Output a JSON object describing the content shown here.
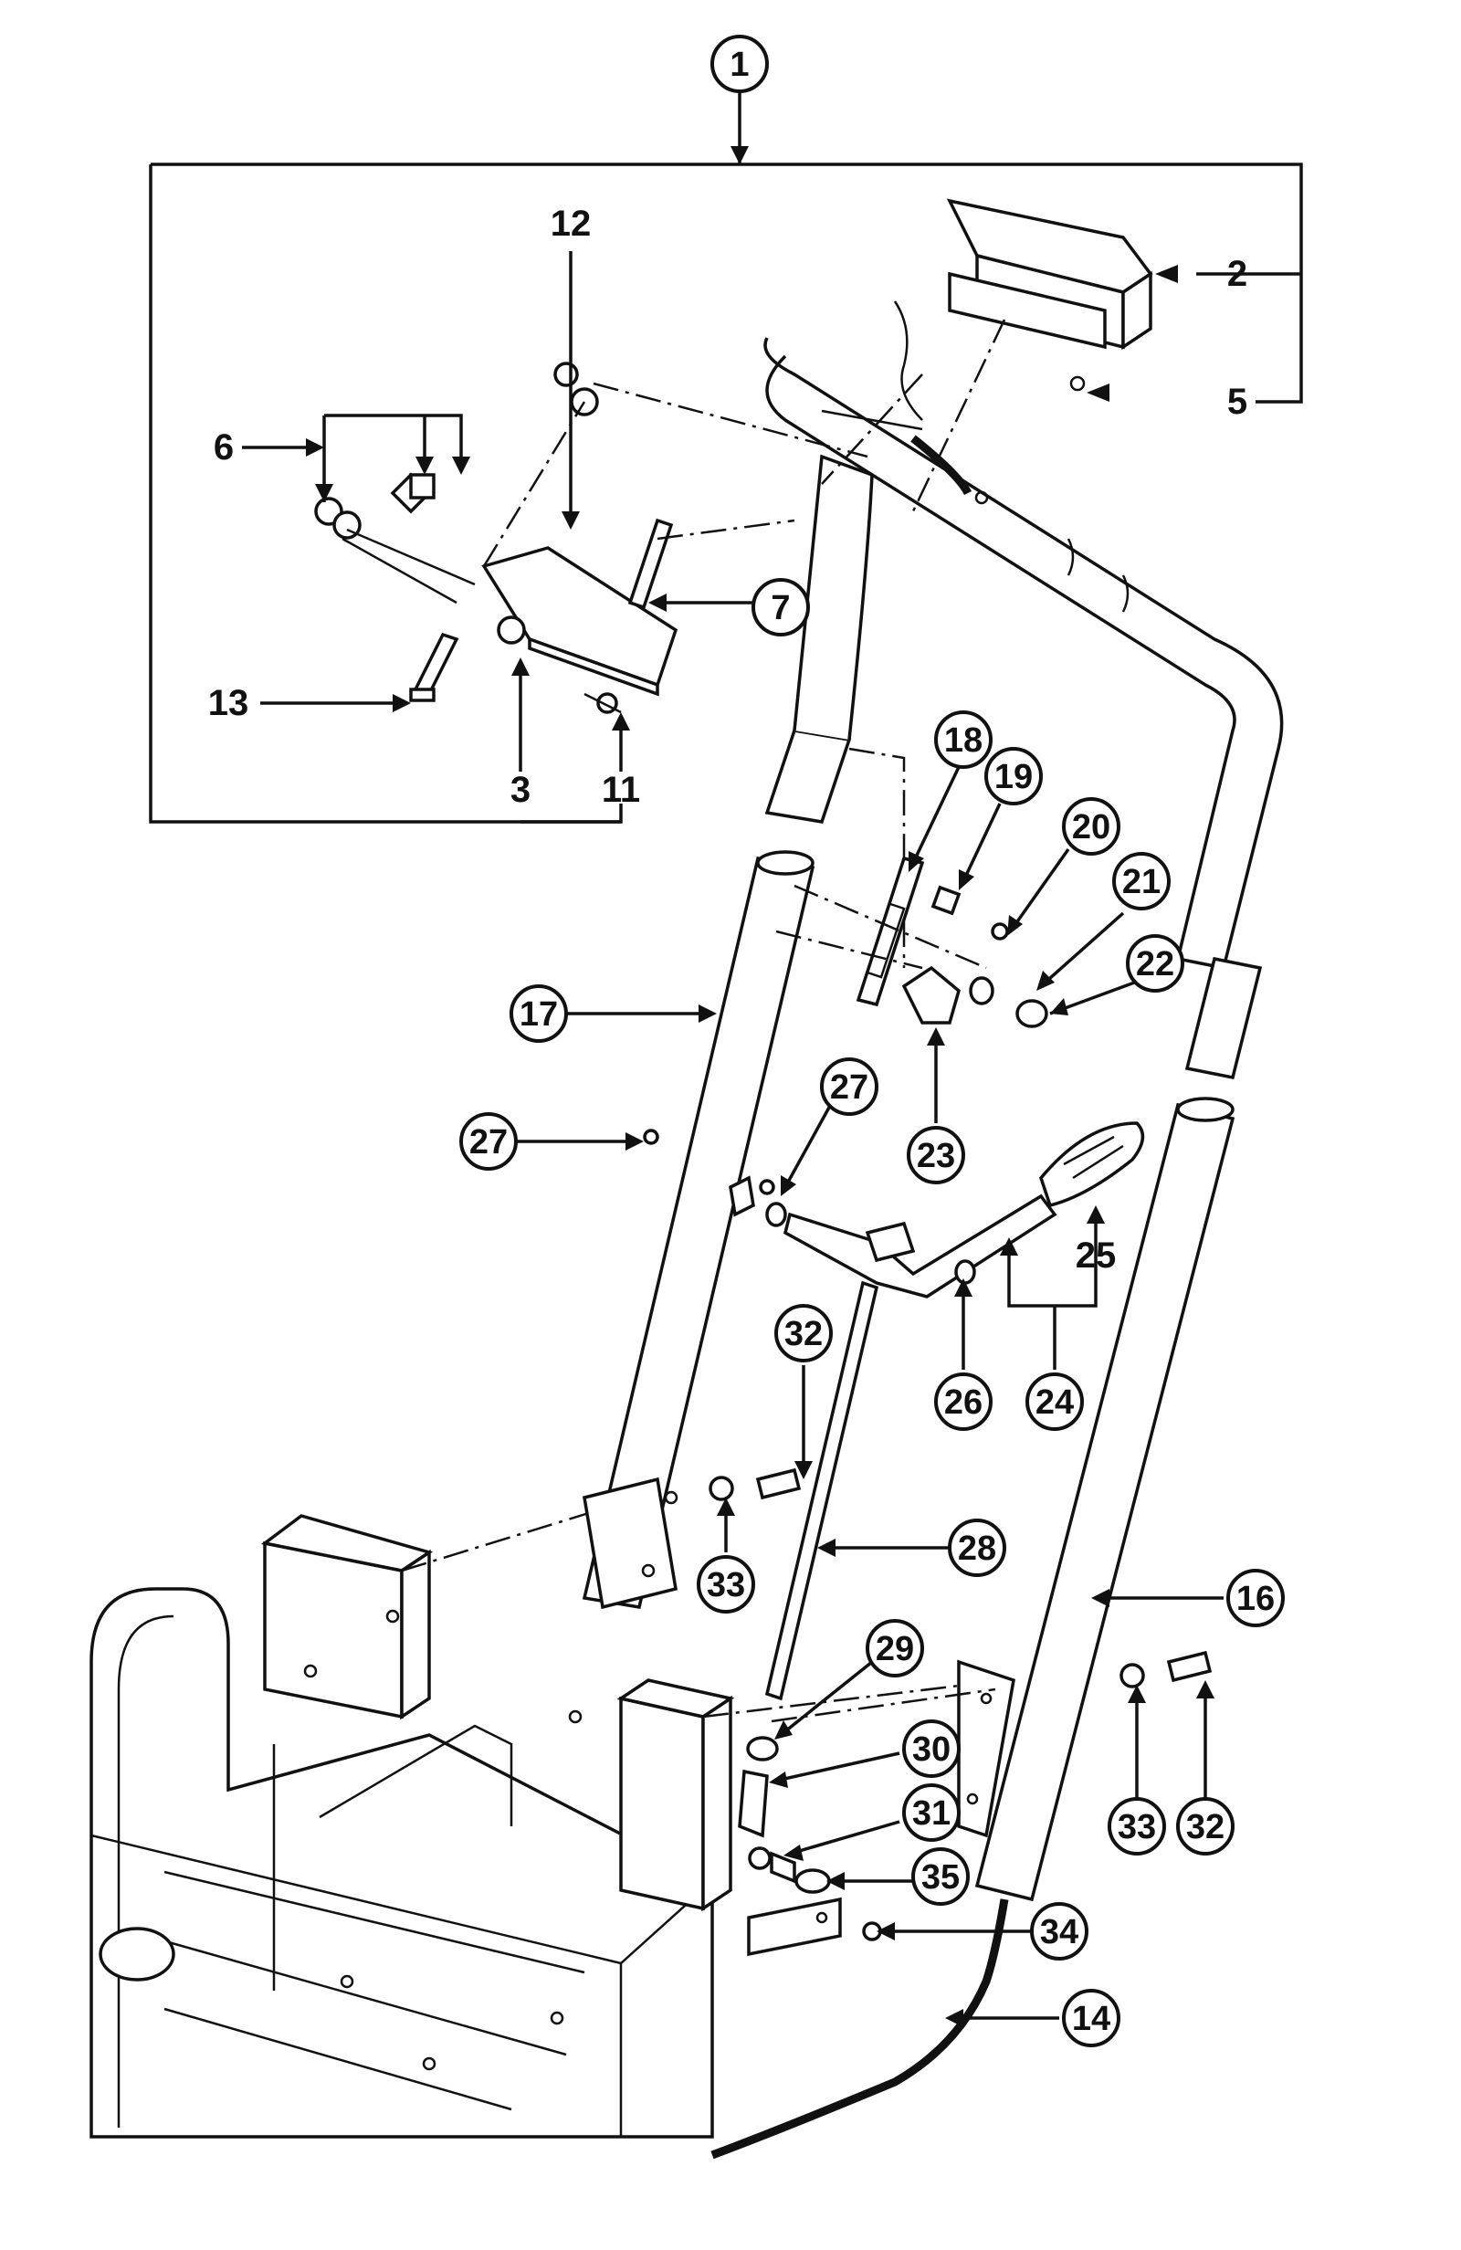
{
  "diagram": {
    "kind": "exploded parts diagram",
    "callouts": [
      {
        "id": "1",
        "circled": true
      },
      {
        "id": "2",
        "circled": false
      },
      {
        "id": "3",
        "circled": false
      },
      {
        "id": "5",
        "circled": false
      },
      {
        "id": "6",
        "circled": false
      },
      {
        "id": "7",
        "circled": true
      },
      {
        "id": "11",
        "circled": false
      },
      {
        "id": "12",
        "circled": false
      },
      {
        "id": "13",
        "circled": false
      },
      {
        "id": "14",
        "circled": true
      },
      {
        "id": "16",
        "circled": true
      },
      {
        "id": "17",
        "circled": true
      },
      {
        "id": "18",
        "circled": true
      },
      {
        "id": "19",
        "circled": true
      },
      {
        "id": "20",
        "circled": true
      },
      {
        "id": "21",
        "circled": true
      },
      {
        "id": "22",
        "circled": true
      },
      {
        "id": "23",
        "circled": true
      },
      {
        "id": "24",
        "circled": true
      },
      {
        "id": "25",
        "circled": false
      },
      {
        "id": "26",
        "circled": true
      },
      {
        "id": "27a",
        "label": "27",
        "circled": true
      },
      {
        "id": "27b",
        "label": "27",
        "circled": true
      },
      {
        "id": "28",
        "circled": true
      },
      {
        "id": "29",
        "circled": true
      },
      {
        "id": "30",
        "circled": true
      },
      {
        "id": "31",
        "circled": true
      },
      {
        "id": "32a",
        "label": "32",
        "circled": true
      },
      {
        "id": "32b",
        "label": "32",
        "circled": true
      },
      {
        "id": "33a",
        "label": "33",
        "circled": true
      },
      {
        "id": "33b",
        "label": "33",
        "circled": true
      },
      {
        "id": "34",
        "circled": true
      },
      {
        "id": "35",
        "circled": true
      }
    ],
    "labels": {
      "c1": "1",
      "c2": "2",
      "c3": "3",
      "c5": "5",
      "c6": "6",
      "c7": "7",
      "c11": "11",
      "c12": "12",
      "c13": "13",
      "c14": "14",
      "c16": "16",
      "c17": "17",
      "c18": "18",
      "c19": "19",
      "c20": "20",
      "c21": "21",
      "c22": "22",
      "c23": "23",
      "c24": "24",
      "c25": "25",
      "c26": "26",
      "c27a": "27",
      "c27b": "27",
      "c28": "28",
      "c29": "29",
      "c30": "30",
      "c31": "31",
      "c32a": "32",
      "c32b": "32",
      "c33a": "33",
      "c33b": "33",
      "c34": "34",
      "c35": "35"
    },
    "colors": {
      "ink": "#111111",
      "paper": "#ffffff"
    }
  }
}
